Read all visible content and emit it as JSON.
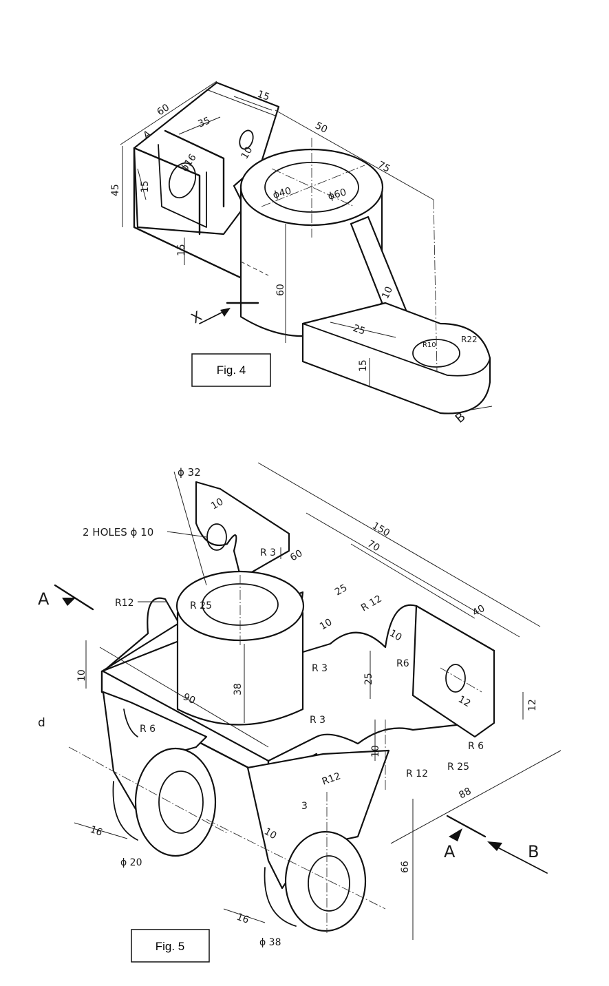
{
  "figures": [
    {
      "caption": "Fig. 4",
      "view_direction_labels": [
        "X",
        "B"
      ],
      "dimensions": {
        "d60_a": "60",
        "d15_a": "15",
        "d35": "35",
        "d50": "50",
        "d75": "75",
        "d45": "45",
        "d15_b": "15",
        "d15_c": "15",
        "d16": "ϕ16",
        "d10_a": "10",
        "d40": "ϕ40",
        "d60_b": "ϕ60",
        "d60_c": "60",
        "d10_b": "10",
        "d25": "25",
        "d15_d": "15",
        "r10": "R10",
        "r22": "R22",
        "a": "A"
      }
    },
    {
      "caption": "Fig. 5",
      "notes": {
        "holes": "2 HOLES ϕ 10",
        "phi32": "ϕ 32"
      },
      "view_labels": [
        "A",
        "A",
        "B"
      ],
      "dimensions": {
        "d150": "150",
        "d70": "70",
        "d60": "60",
        "d25_a": "25",
        "d40": "40",
        "d10_a": "10",
        "d10_b": "10",
        "d10_c": "10",
        "d10_d": "10",
        "d10_e": "10",
        "d12_a": "12",
        "d12_b": "12",
        "d25_b": "25",
        "d38": "38",
        "d90": "90",
        "d88": "88",
        "d66": "66",
        "d16_a": "16",
        "d16_b": "16",
        "d3": "3",
        "phi20": "ϕ 20",
        "phi38": "ϕ 38",
        "r3_a": "R 3",
        "r3_b": "R 3",
        "r3_c": "R 3",
        "r12_a": "R12",
        "r12_b": "R 12",
        "r12_c": "R 12",
        "r12_d": "R12",
        "r25_a": "R 25",
        "r25_b": "R 25",
        "r6_a": "R 6",
        "r6_b": "R6",
        "r6_c": "R 6",
        "edge_char": "d"
      }
    }
  ]
}
